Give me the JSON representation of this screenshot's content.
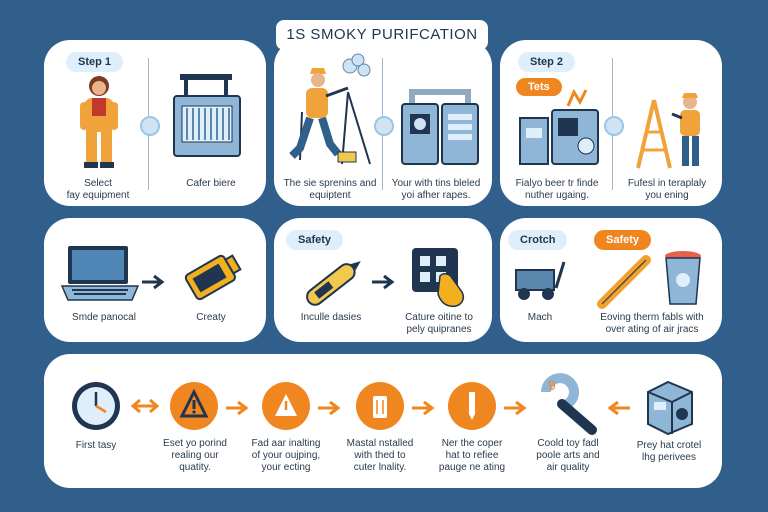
{
  "title": "1S SMOKY PURIFCATION",
  "tags": {
    "step1": "Step 1",
    "step2": "Step 2",
    "tets": "Tets",
    "safety_mid": "Safety",
    "crotch": "Crotch",
    "safety_right": "Safety"
  },
  "row1": {
    "c1": "Select\nfay equipment",
    "c2": "Cafer biere",
    "c3": "The sie sprenins and\nequiptent",
    "c4": "Your with tins bleled\nyoi afher rapes.",
    "c5": "Fialyo beer tr finde\nnuther ugaing.",
    "c6": "Fufesl in teraplaly\nyou ening"
  },
  "row2": {
    "c1": "Smde panocal",
    "c2": "Creaty",
    "c3": "Inculle dasies",
    "c4": "Cature oitine to\npely quipranes",
    "c5": "Mach",
    "c6": "Eoving therm fabls with\nover ating of air jracs"
  },
  "row3": {
    "c1": "First tasy",
    "c2": "Eset yo porind\nrealing our\nquatity.",
    "c3": "Fad aar inalting\nof your oujping,\nyour ecting",
    "c4": "Mastal nstalled\nwith thed to\ncuter lnality.",
    "c5": "Ner the coper\nhat to refiee\npauge ne ating",
    "c6": "Coold toy fadl\npoole arts and\nair quality",
    "c7": "Prey hat crotel\nlhg perivees"
  },
  "colors": {
    "background": "#2f5f8a",
    "orange": "#f0861f",
    "navy": "#1f3550",
    "lightblue": "#cfe3f3"
  }
}
